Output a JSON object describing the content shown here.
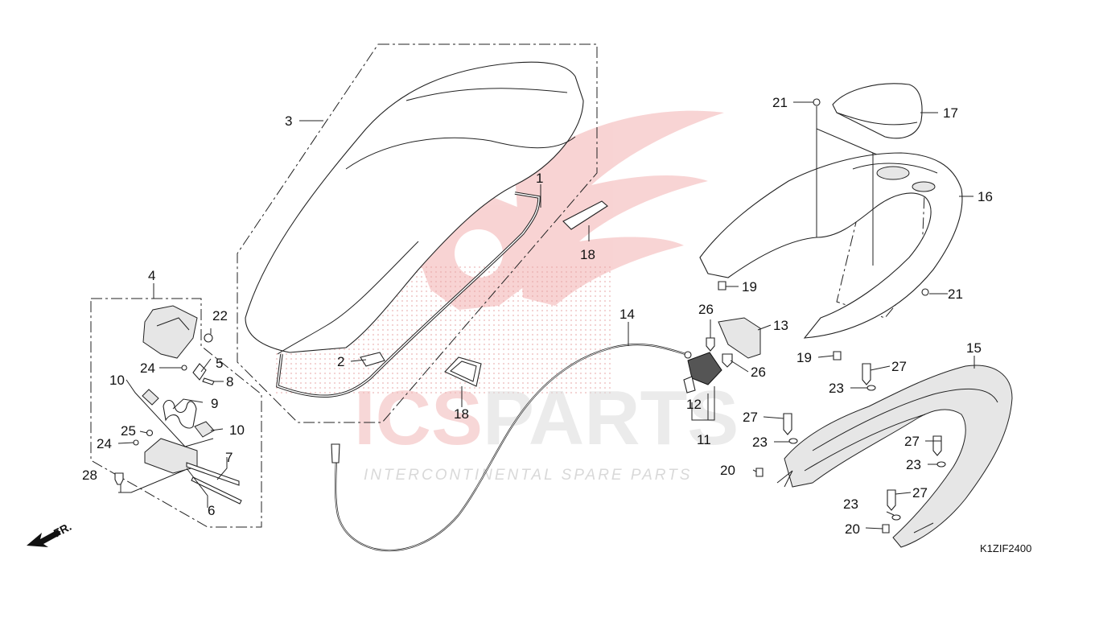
{
  "diagram_code": "K1ZIF2400",
  "direction_label": "FR.",
  "watermark": {
    "brand_a": "ICS",
    "brand_b": "PARTS",
    "tagline": "INTERCONTINENTAL SPARE PARTS"
  },
  "callouts": [
    {
      "id": "c1",
      "label": "1"
    },
    {
      "id": "c2",
      "label": "2"
    },
    {
      "id": "c3",
      "label": "3"
    },
    {
      "id": "c4",
      "label": "4"
    },
    {
      "id": "c5",
      "label": "5"
    },
    {
      "id": "c6",
      "label": "6"
    },
    {
      "id": "c7",
      "label": "7"
    },
    {
      "id": "c8",
      "label": "8"
    },
    {
      "id": "c9",
      "label": "9"
    },
    {
      "id": "c10a",
      "label": "10"
    },
    {
      "id": "c10b",
      "label": "10"
    },
    {
      "id": "c11",
      "label": "11"
    },
    {
      "id": "c12",
      "label": "12"
    },
    {
      "id": "c13",
      "label": "13"
    },
    {
      "id": "c14",
      "label": "14"
    },
    {
      "id": "c15",
      "label": "15"
    },
    {
      "id": "c16",
      "label": "16"
    },
    {
      "id": "c17",
      "label": "17"
    },
    {
      "id": "c18a",
      "label": "18"
    },
    {
      "id": "c18b",
      "label": "18"
    },
    {
      "id": "c19a",
      "label": "19"
    },
    {
      "id": "c19b",
      "label": "19"
    },
    {
      "id": "c20a",
      "label": "20"
    },
    {
      "id": "c20b",
      "label": "20"
    },
    {
      "id": "c21a",
      "label": "21"
    },
    {
      "id": "c21b",
      "label": "21"
    },
    {
      "id": "c22",
      "label": "22"
    },
    {
      "id": "c23a",
      "label": "23"
    },
    {
      "id": "c23b",
      "label": "23"
    },
    {
      "id": "c23c",
      "label": "23"
    },
    {
      "id": "c23d",
      "label": "23"
    },
    {
      "id": "c24a",
      "label": "24"
    },
    {
      "id": "c24b",
      "label": "24"
    },
    {
      "id": "c25",
      "label": "25"
    },
    {
      "id": "c26a",
      "label": "26"
    },
    {
      "id": "c26b",
      "label": "26"
    },
    {
      "id": "c27a",
      "label": "27"
    },
    {
      "id": "c27b",
      "label": "27"
    },
    {
      "id": "c27c",
      "label": "27"
    },
    {
      "id": "c27d",
      "label": "27"
    },
    {
      "id": "c28",
      "label": "28"
    }
  ]
}
